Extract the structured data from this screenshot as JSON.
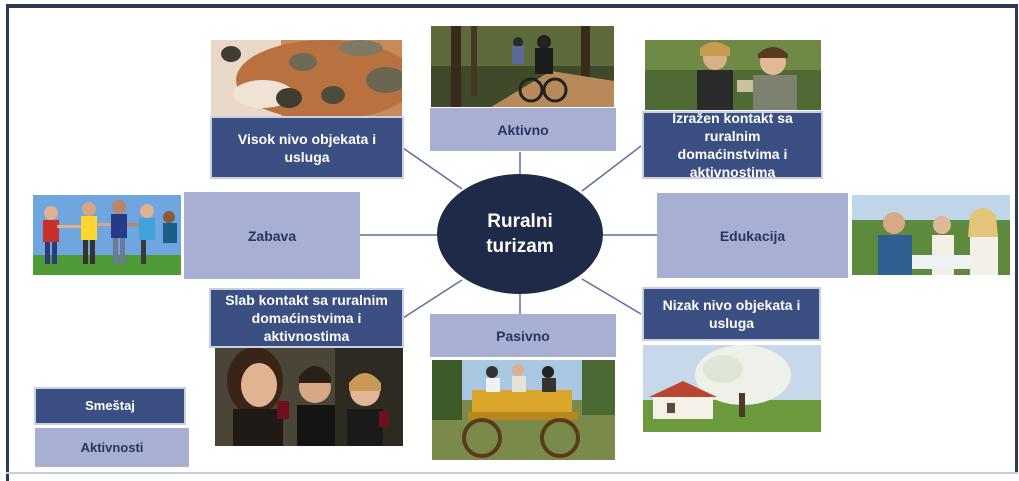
{
  "hub": {
    "line1": "Ruralni",
    "line2": "turizam"
  },
  "nodes": {
    "visok": {
      "line1": "Visok nivo objekata i",
      "line2": "usluga"
    },
    "aktivno": "Aktivno",
    "izrazen": {
      "line1": "Izražen kontakt sa",
      "line2": "ruralnim",
      "line3": "domaćinstvima i",
      "line4": "aktivnostima"
    },
    "zabava": "Zabava",
    "edukacija": "Edukacija",
    "slab": {
      "line1": "Slab kontakt sa ruralnim",
      "line2": "domaćinstvima i",
      "line3": "aktivnostima"
    },
    "pasivno": "Pasivno",
    "nizak": {
      "line1": "Nizak nivo objekata i",
      "line2": "usluga"
    }
  },
  "legend": {
    "smestaj": "Smeštaj",
    "aktivnosti": "Aktivnosti"
  },
  "photos": [
    "spa-stones-photo",
    "mountain-biking-photo",
    "children-nature-photo",
    "children-playing-photo",
    "outdoor-learning-photo",
    "wine-tasting-photo",
    "horse-carriage-photo",
    "rural-house-photo"
  ],
  "colors": {
    "hub": "#1e2a47",
    "smestaj_box": "#3c4f82",
    "aktivnosti_box": "#a7b0d3",
    "connector": "#5e6f99",
    "frame": "#2c3a56"
  }
}
